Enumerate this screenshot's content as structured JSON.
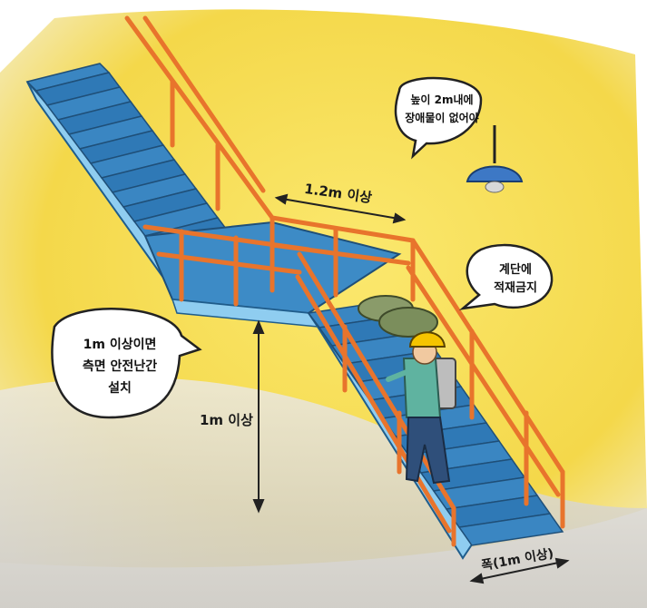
{
  "labels": {
    "top_landing_width": "1.2m 이상",
    "lamp_bubble_line1": "높이 2m내에",
    "lamp_bubble_line2": "장애물이 없어야",
    "stairs_bubble_line1": "계단에",
    "stairs_bubble_line2": "적재금지",
    "side_bubble_line1": "1m 이상이면",
    "side_bubble_line2": "측면 안전난간",
    "side_bubble_line3": "설치",
    "height_marker": "1m 이상",
    "stair_width": "폭(1m 이상)"
  },
  "colors": {
    "wall_yellow": "#f6e15c",
    "stair_blue": "#2f79b6",
    "stair_light": "#7cc3ea",
    "railing_orange": "#e8742c",
    "helmet_yellow": "#f5c400",
    "lamp_blue": "#3d78c5"
  }
}
